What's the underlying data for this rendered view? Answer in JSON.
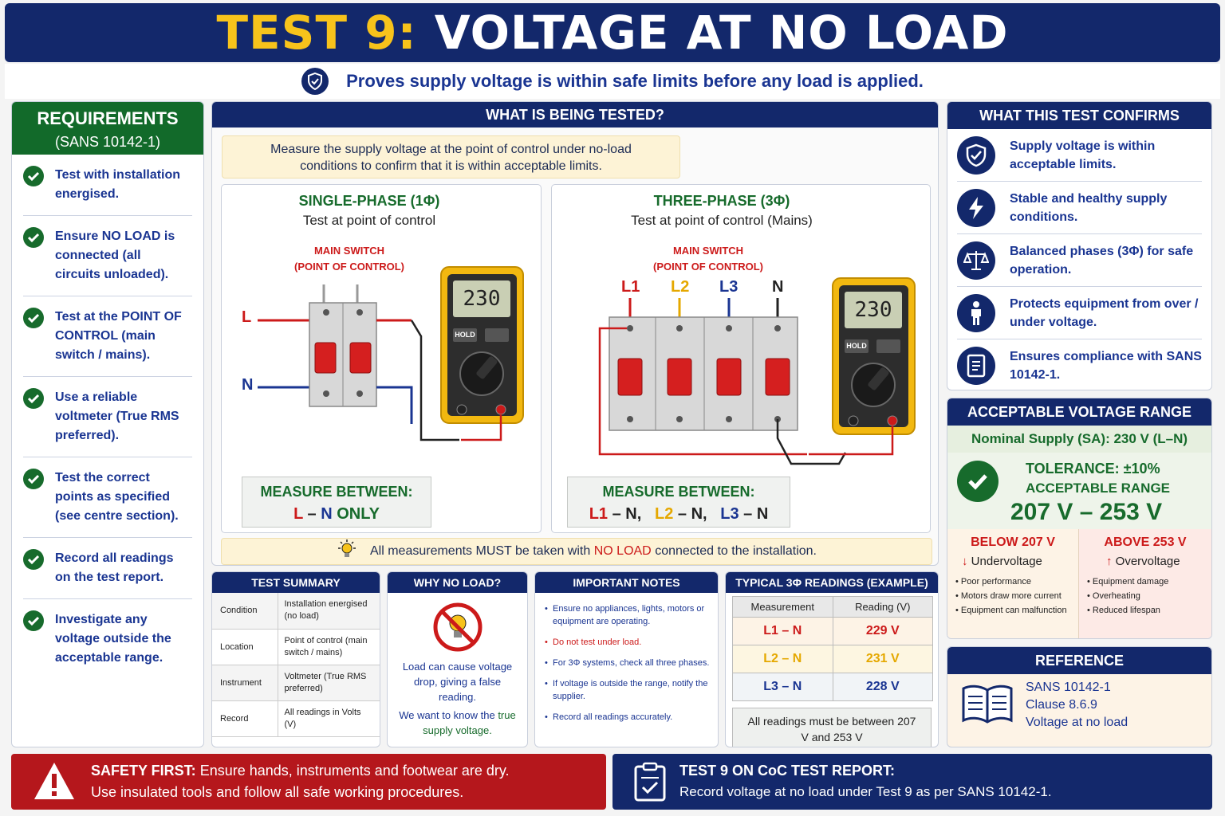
{
  "header": {
    "test_num": "TEST 9:",
    "title": "VOLTAGE AT NO LOAD"
  },
  "subtitle": "Proves supply voltage is within safe limits before any load is applied.",
  "requirements": {
    "title": "REQUIREMENTS",
    "standard": "(SANS 10142-1)",
    "items": [
      "Test with installation energised.",
      "Ensure NO LOAD is connected (all circuits unloaded).",
      "Test at the POINT OF CONTROL (main switch / mains).",
      "Use a reliable voltmeter (True RMS preferred).",
      "Test the correct points as specified (see centre section).",
      "Record all readings on the test report.",
      "Investigate any voltage outside the acceptable range."
    ]
  },
  "tested": {
    "title": "WHAT IS BEING TESTED?",
    "desc": "Measure the supply voltage at the point of control under no-load conditions to confirm that it is within acceptable limits.",
    "single": {
      "title": "SINGLE-PHASE (1Φ)",
      "sub": "Test at point of control",
      "switch1": "MAIN SWITCH",
      "switch2": "(POINT OF CONTROL)",
      "L": "L",
      "N": "N",
      "display": "230",
      "measure_title": "MEASURE BETWEEN:",
      "m_l": "L",
      "m_dash": " – ",
      "m_n": "N",
      "m_only": " ONLY"
    },
    "three": {
      "title": "THREE-PHASE (3Φ)",
      "sub": "Test at point of control (Mains)",
      "switch1": "MAIN SWITCH",
      "switch2": "(POINT OF CONTROL)",
      "L1": "L1",
      "L2": "L2",
      "L3": "L3",
      "N": "N",
      "display": "230",
      "measure_title": "MEASURE BETWEEN:",
      "p1": "L1",
      "n1": " – N,",
      "p2": "L2",
      "n2": " – N,",
      "p3": "L3",
      "n3": " – N"
    },
    "note_pre": "All measurements MUST be taken with ",
    "note_hl": "NO LOAD",
    "note_post": " connected to the installation.",
    "hold": "HOLD"
  },
  "summary": {
    "title": "TEST SUMMARY",
    "rows": [
      [
        "Condition",
        "Installation energised (no load)"
      ],
      [
        "Location",
        "Point of control (main switch / mains)"
      ],
      [
        "Instrument",
        "Voltmeter (True RMS preferred)"
      ],
      [
        "Record",
        "All readings in Volts (V)"
      ]
    ]
  },
  "why": {
    "title": "WHY NO LOAD?",
    "text1": "Load can cause voltage drop, giving a false reading.",
    "text2": "We want to know the ",
    "text2b": "true supply voltage."
  },
  "notes": {
    "title": "IMPORTANT NOTES",
    "items": [
      "Ensure no appliances, lights, motors or equipment are operating.",
      "Do not test under load.",
      "For 3Φ systems, check all three phases.",
      "If voltage is outside the range, notify the supplier.",
      "Record all readings accurately."
    ]
  },
  "typical": {
    "title": "TYPICAL 3Φ READINGS (EXAMPLE)",
    "col1": "Measurement",
    "col2": "Reading (V)",
    "rows": [
      [
        "L1 – N",
        "229 V"
      ],
      [
        "L2 – N",
        "231 V"
      ],
      [
        "L3 – N",
        "228 V"
      ]
    ],
    "footer": "All readings must be between 207 V and 253 V"
  },
  "confirms": {
    "title": "WHAT THIS TEST CONFIRMS",
    "items": [
      {
        "icon": "shield-icon",
        "text": "Supply voltage is within acceptable limits."
      },
      {
        "icon": "lightning-icon",
        "text": "Stable and healthy supply conditions."
      },
      {
        "icon": "scales-icon",
        "text": "Balanced phases (3Φ) for safe operation."
      },
      {
        "icon": "person-icon",
        "text": "Protects equipment from over / under voltage."
      },
      {
        "icon": "document-icon",
        "text": "Ensures compliance with SANS 10142-1."
      }
    ]
  },
  "range": {
    "title": "ACCEPTABLE VOLTAGE RANGE",
    "nominal": "Nominal Supply (SA): 230 V (L–N)",
    "tol": "TOLERANCE: ±10%",
    "acc": "ACCEPTABLE RANGE",
    "values": "207 V – 253 V",
    "below_title": "BELOW 207 V",
    "below_sub": "Undervoltage",
    "below_items": [
      "Poor performance",
      "Motors draw more current",
      "Equipment can malfunction"
    ],
    "above_title": "ABOVE 253 V",
    "above_sub": "Overvoltage",
    "above_items": [
      "Equipment damage",
      "Overheating",
      "Reduced lifespan"
    ]
  },
  "reference": {
    "title": "REFERENCE",
    "line1": "SANS 10142-1",
    "line2": "Clause 8.6.9",
    "line3": "Voltage at no load"
  },
  "safety": {
    "bold": "SAFETY FIRST:",
    "line1": " Ensure hands, instruments and footwear are dry.",
    "line2": "Use insulated tools and follow all safe working procedures."
  },
  "report": {
    "title": "TEST 9 ON CoC TEST REPORT:",
    "text": "Record voltage at no load under Test 9 as per SANS 10142-1."
  },
  "colors": {
    "navy": "#13286b",
    "green": "#176b2c",
    "red": "#cc1a1a",
    "yellow": "#f7c31b"
  }
}
